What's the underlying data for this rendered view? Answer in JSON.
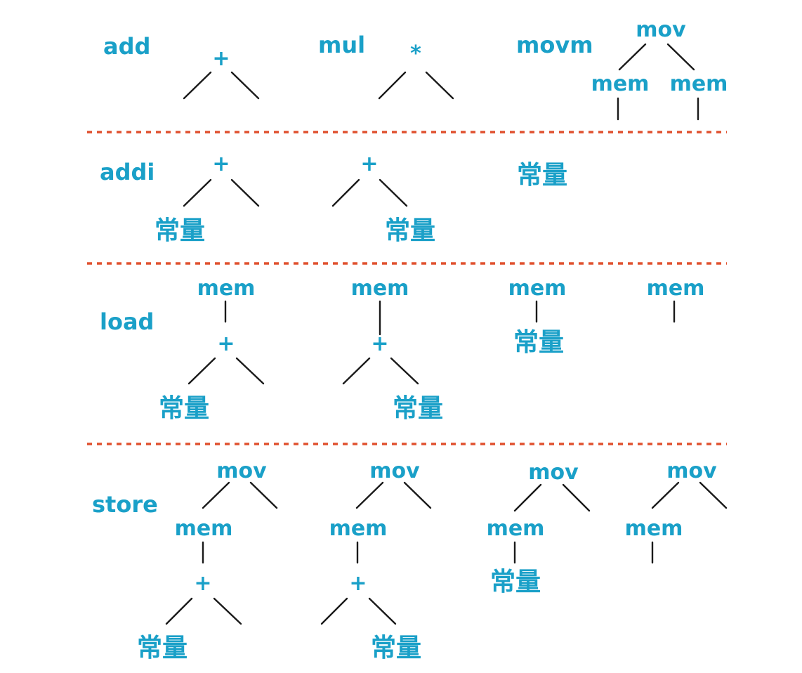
{
  "colors": {
    "label": "#1aa0c8",
    "edge": "#1a1a1a",
    "separator": "#e0512f"
  },
  "rows": {
    "add": "add",
    "mul": "mul",
    "movm": "movm",
    "addi": "addi",
    "load": "load",
    "store": "store"
  },
  "ops": {
    "plus": "+",
    "times": "*"
  },
  "nodes": {
    "mem": "mem",
    "mov": "mov",
    "const": "常量"
  }
}
